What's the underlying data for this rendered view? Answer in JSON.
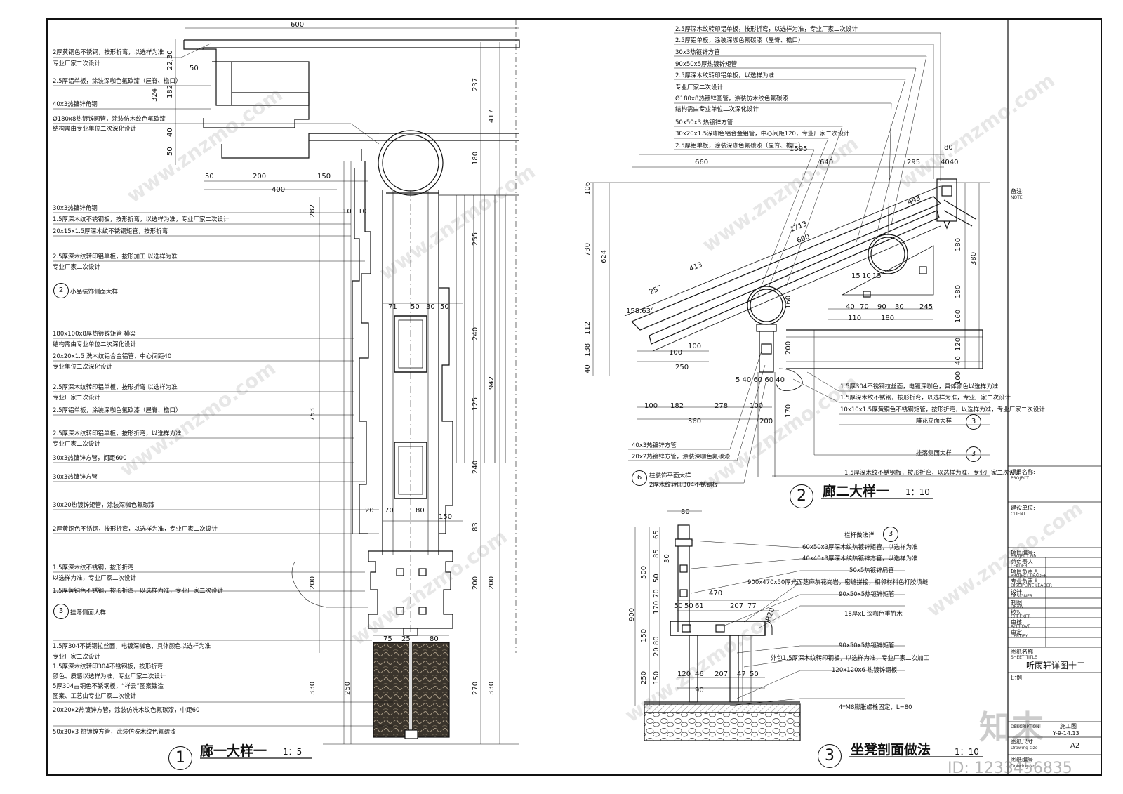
{
  "left_detail": {
    "notes": [
      "2厚黄铜色不锈钢，按形折弯，以选样为准",
      "专业厂家二次设计",
      "2.5厚铝单板，涂装深咖色氟碳漆（屋脊、檐口）",
      "40x3热镀锌角钢",
      "Ø180x8热镀锌圆管，涂装仿木纹色氟碳漆",
      "结构需由专业单位二次深化设计",
      "30x3热镀锌角钢",
      "1.5厚深木纹不锈钢板，按形折弯，以选样为准，专业厂家二次设计",
      "20x15x1.5厚深木纹不锈钢矩管，按形折弯",
      "2.5厚深木纹转印铝单板，按形加工 以选样为准",
      "专业厂家二次设计",
      "小品装饰侧面大样",
      "180x100x8厚热镀锌矩管  横梁",
      "结构需由专业单位二次深化设计",
      "20x20x1.5  洗木纹铝合金铝管，中心间距40",
      "专业单位二次深化设计",
      "2.5厚深木纹转印铝单板，按形折弯 以选样为准",
      "专业厂家二次设计",
      "2.5厚铝单板，涂装深咖色氟碳漆（屋脊、檐口）",
      "2.5厚深木纹转印铝单板，按形折弯，以选样为准",
      "专业厂家二次设计",
      "30x3热镀锌方管，间距600",
      "30x3热镀锌方管",
      "30x20热镀锌矩管，涂装深咖色氟碳漆",
      "2厚黄铜色不锈钢，按形折弯，以选样为准，专业厂家二次设计",
      "1.5厚深木纹不锈钢，按形折弯",
      "以选样为准，专业厂家二次设计",
      "1.5厚黄铜色不锈钢，按形折弯，以选样为准，专业厂家二次设计",
      "挂落侧面大样",
      "1.5厚304不锈钢拉丝面，电镀深咖色，具体颜色以选样为准",
      "专业厂家二次设计",
      "1.5厚深木纹转印304不锈钢板，按形折弯",
      "颜色、质感以选样为准，专业厂家二次设计",
      "5厚304古铜色不锈钢板，“祥云”图案镂造",
      "图案、工艺由专业厂家二次设计",
      "20x20x2热镀锌方管，涂装仿洗木纹色氟碳漆，中距60",
      "50x30x3  热镀锌方管，涂装仿洗木纹色氟碳漆"
    ],
    "dims": {
      "top_600": "600",
      "d50a": "50",
      "d50b": "50",
      "d200": "200",
      "d400": "400",
      "d150": "150",
      "d10a": "10",
      "d10b": "10",
      "d71": "71",
      "d50c": "50",
      "d30": "30",
      "d50d": "50",
      "d20": "20",
      "d70": "70",
      "d80": "80",
      "d150b": "150",
      "d75": "75",
      "d25": "25",
      "d80b": "80"
    },
    "vdims": {
      "v22": "22,30",
      "v182": "182",
      "v324": "324",
      "v40": "40",
      "v50": "50",
      "v282": "282",
      "v753": "753",
      "v237": "237",
      "v417": "417",
      "v180": "180",
      "v255": "255",
      "v240": "240",
      "v942": "942",
      "v125": "125",
      "v240b": "240",
      "v83": "83",
      "v200": "200",
      "v200b": "200",
      "v200c": "200",
      "v330": "330",
      "v250": "250",
      "v270": "270",
      "v330b": "330"
    },
    "title": "廊一大样一",
    "scale": "1：5",
    "index": "1"
  },
  "right_top": {
    "notes": [
      "2.5厚深木纹转印铝单板，按形折弯，以选样为准，专业厂家二次设计",
      "2.5厚铝单板，涂装深咖色氟碳漆（屋脊、檐口）",
      "30x3热镀锌方管",
      "90x50x5厚热镀锌矩管",
      "2.5厚深木纹转印铝单板，以选样为准",
      "专业厂家二次设计",
      "Ø180x8热镀锌圆管，涂装仿木纹色氟碳漆",
      "结构需由专业单位二次深化设计",
      "50x50x3  热镀锌方管",
      "30x20x1.5深咖色铝合金铝管，中心间距120，专业厂家二次设计",
      "2.5厚铝单板，涂装深咖色氟碳漆（屋脊、檐口）",
      "1.5厚304不锈钢拉丝面，电镀深咖色，具体颜色以选样为准",
      "1.5厚深木纹不锈钢，按形折弯，以选样为准，专业厂家二次设计",
      "10x10x1.5厚黄铜色不锈钢矩管，按形折弯，以选样为准，专业厂家二次设计",
      "雕花立面大样",
      "挂落侧面大样",
      "1.5厚深木纹不锈钢板，按形折弯，以选样为准，专业厂家二次设计",
      "40x3热镀锌方管",
      "20x2热镀锌方管，涂装深咖色氟碳漆",
      "柱装饰平面大样",
      "2厚木纹转印304不锈钢板"
    ],
    "dims": {
      "d1595": "1595",
      "d660": "660",
      "d640": "640",
      "d295": "295",
      "d80": "80",
      "d4040": "4040",
      "d1713": "1713",
      "d600": "600",
      "d443": "443",
      "d413": "413",
      "d257": "257",
      "d158": "158.63°",
      "d250": "250",
      "d100a": "100",
      "d100b": "100",
      "d15": "15",
      "d10": "10",
      "d15b": "15",
      "d40": "40",
      "d70": "70",
      "d90": "90",
      "d30": "30",
      "d245": "245",
      "d110": "110",
      "d180": "180",
      "d546": "5 40 60 60 40",
      "d100c": "100",
      "d182": "182",
      "d278": "278",
      "d100d": "100",
      "d560": "560",
      "d200": "200"
    },
    "vdims": {
      "v106": "106",
      "v730": "730",
      "v624": "624",
      "v112": "112",
      "v138": "138",
      "v40": "40",
      "v160": "160",
      "v200": "200",
      "v170": "170",
      "v180": "180",
      "v380": "380",
      "v180b": "180",
      "v160b": "160",
      "v120": "120",
      "v40b": "40",
      "v100": "100"
    },
    "title": "廊二大样一",
    "scale": "1：10",
    "index": "2"
  },
  "right_bottom": {
    "notes": [
      "栏杆做法详",
      "60x50x3厚深木纹热镀锌矩管，以选样为准",
      "40x40x3厚深木纹热镀锌方管，以选样为准",
      "50x5热镀锌扁管",
      "900x470x50厚光面芝麻灰花岗岩，密缝拼接，相邻材料色打胶填缝",
      "90x50x5热镀锌矩管",
      "18厚xL  深咖色重竹木",
      "90x50x5热镀锌矩管",
      "外包1.5厚深木纹转印钢板，以选样为准，专业厂家二次加工",
      "120x120x6  热镀锌钢板",
      "4*M8膨胀螺栓固定，L=80"
    ],
    "dims": {
      "d80": "80",
      "d470": "470",
      "d50a": "50",
      "d50b": "50",
      "d61": "61",
      "d207": "207",
      "d77": "77",
      "d120": "120",
      "d46": "46",
      "d207b": "207",
      "d47": "47",
      "d50c": "50",
      "d90": "90",
      "dR20": "R20"
    },
    "vdims": {
      "v65": "65",
      "v85": "85",
      "v30": "30",
      "v500": "500",
      "v50": "50",
      "v70": "70",
      "v170": "170",
      "v900": "900",
      "v150": "150",
      "v2080": "20 80",
      "v250": "250",
      "v150b": "150"
    },
    "title": "坐凳剖面做法",
    "scale": "1：10",
    "index": "3"
  },
  "title_block": {
    "note_label": "备注:",
    "note_label_en": "NOTE",
    "project_label": "项目名称:",
    "project_label_en": "PROJECT",
    "client_label": "建设单位:",
    "client_label_en": "CLIENT",
    "rows": [
      {
        "cn": "项目编号:",
        "en": "PROJECT No."
      },
      {
        "cn": "总负责人",
        "en": "LEADER"
      },
      {
        "cn": "项目负责人",
        "en": "PROJECT LEADER"
      },
      {
        "cn": "专业负责人",
        "en": "DISCIPLINE LEADER"
      },
      {
        "cn": "设计",
        "en": "DESIGNER"
      },
      {
        "cn": "制图",
        "en": "DRAW"
      },
      {
        "cn": "校对",
        "en": "CHECKER"
      },
      {
        "cn": "审核",
        "en": "APPROVE"
      },
      {
        "cn": "审定",
        "en": "CERTIFY"
      }
    ],
    "sheet_title_label": "图纸名称",
    "sheet_title_en": "SHEET TITLE",
    "sheet_title": "听雨轩详图十二",
    "scale_label": "比例",
    "desc_label": "DESCRIPTION",
    "desc_value": "施工图",
    "date_value": "Y-9-14.13",
    "size_label": "图纸尺寸:",
    "size_label_en": "Drawing size",
    "size_value": "A2",
    "drawing_no_label": "图纸编号",
    "drawing_no_en": "Drawing No."
  },
  "watermark": {
    "site": "www.znzmo.com",
    "logo": "知末",
    "id_text": "ID: 1233456835"
  },
  "colors": {
    "ink": "#111111",
    "pattern_fill": "#3a342c",
    "watermark": "#9a9a9a"
  }
}
